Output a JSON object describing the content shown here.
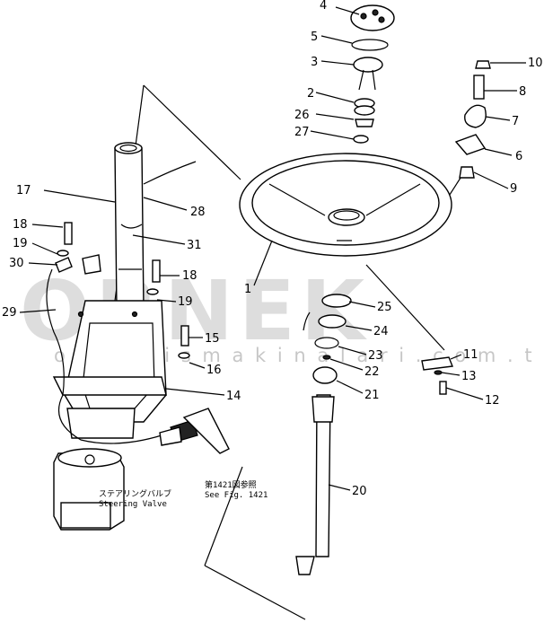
{
  "watermark": {
    "brand": "ORNEK",
    "site": "o r n e k i s m a k i n a l a r i . c o m . t r"
  },
  "notes": {
    "steering_valve_jp": "ステアリングバルブ",
    "steering_valve_en": "Steering Valve",
    "see_fig_jp": "第1421図参照",
    "see_fig_en": "See Fig. 1421"
  },
  "callouts": {
    "c1": "1",
    "c2": "2",
    "c3": "3",
    "c4": "4",
    "c5": "5",
    "c6": "6",
    "c7": "7",
    "c8": "8",
    "c9": "9",
    "c10": "10",
    "c11": "11",
    "c12": "12",
    "c13": "13",
    "c14": "14",
    "c15": "15",
    "c16": "16",
    "c17": "17",
    "c18a": "18",
    "c18b": "18",
    "c19a": "19",
    "c19b": "19",
    "c20": "20",
    "c21": "21",
    "c22": "22",
    "c23": "23",
    "c24": "24",
    "c25": "25",
    "c26": "26",
    "c27": "27",
    "c28": "28",
    "c29": "29",
    "c30": "30",
    "c31": "31"
  }
}
